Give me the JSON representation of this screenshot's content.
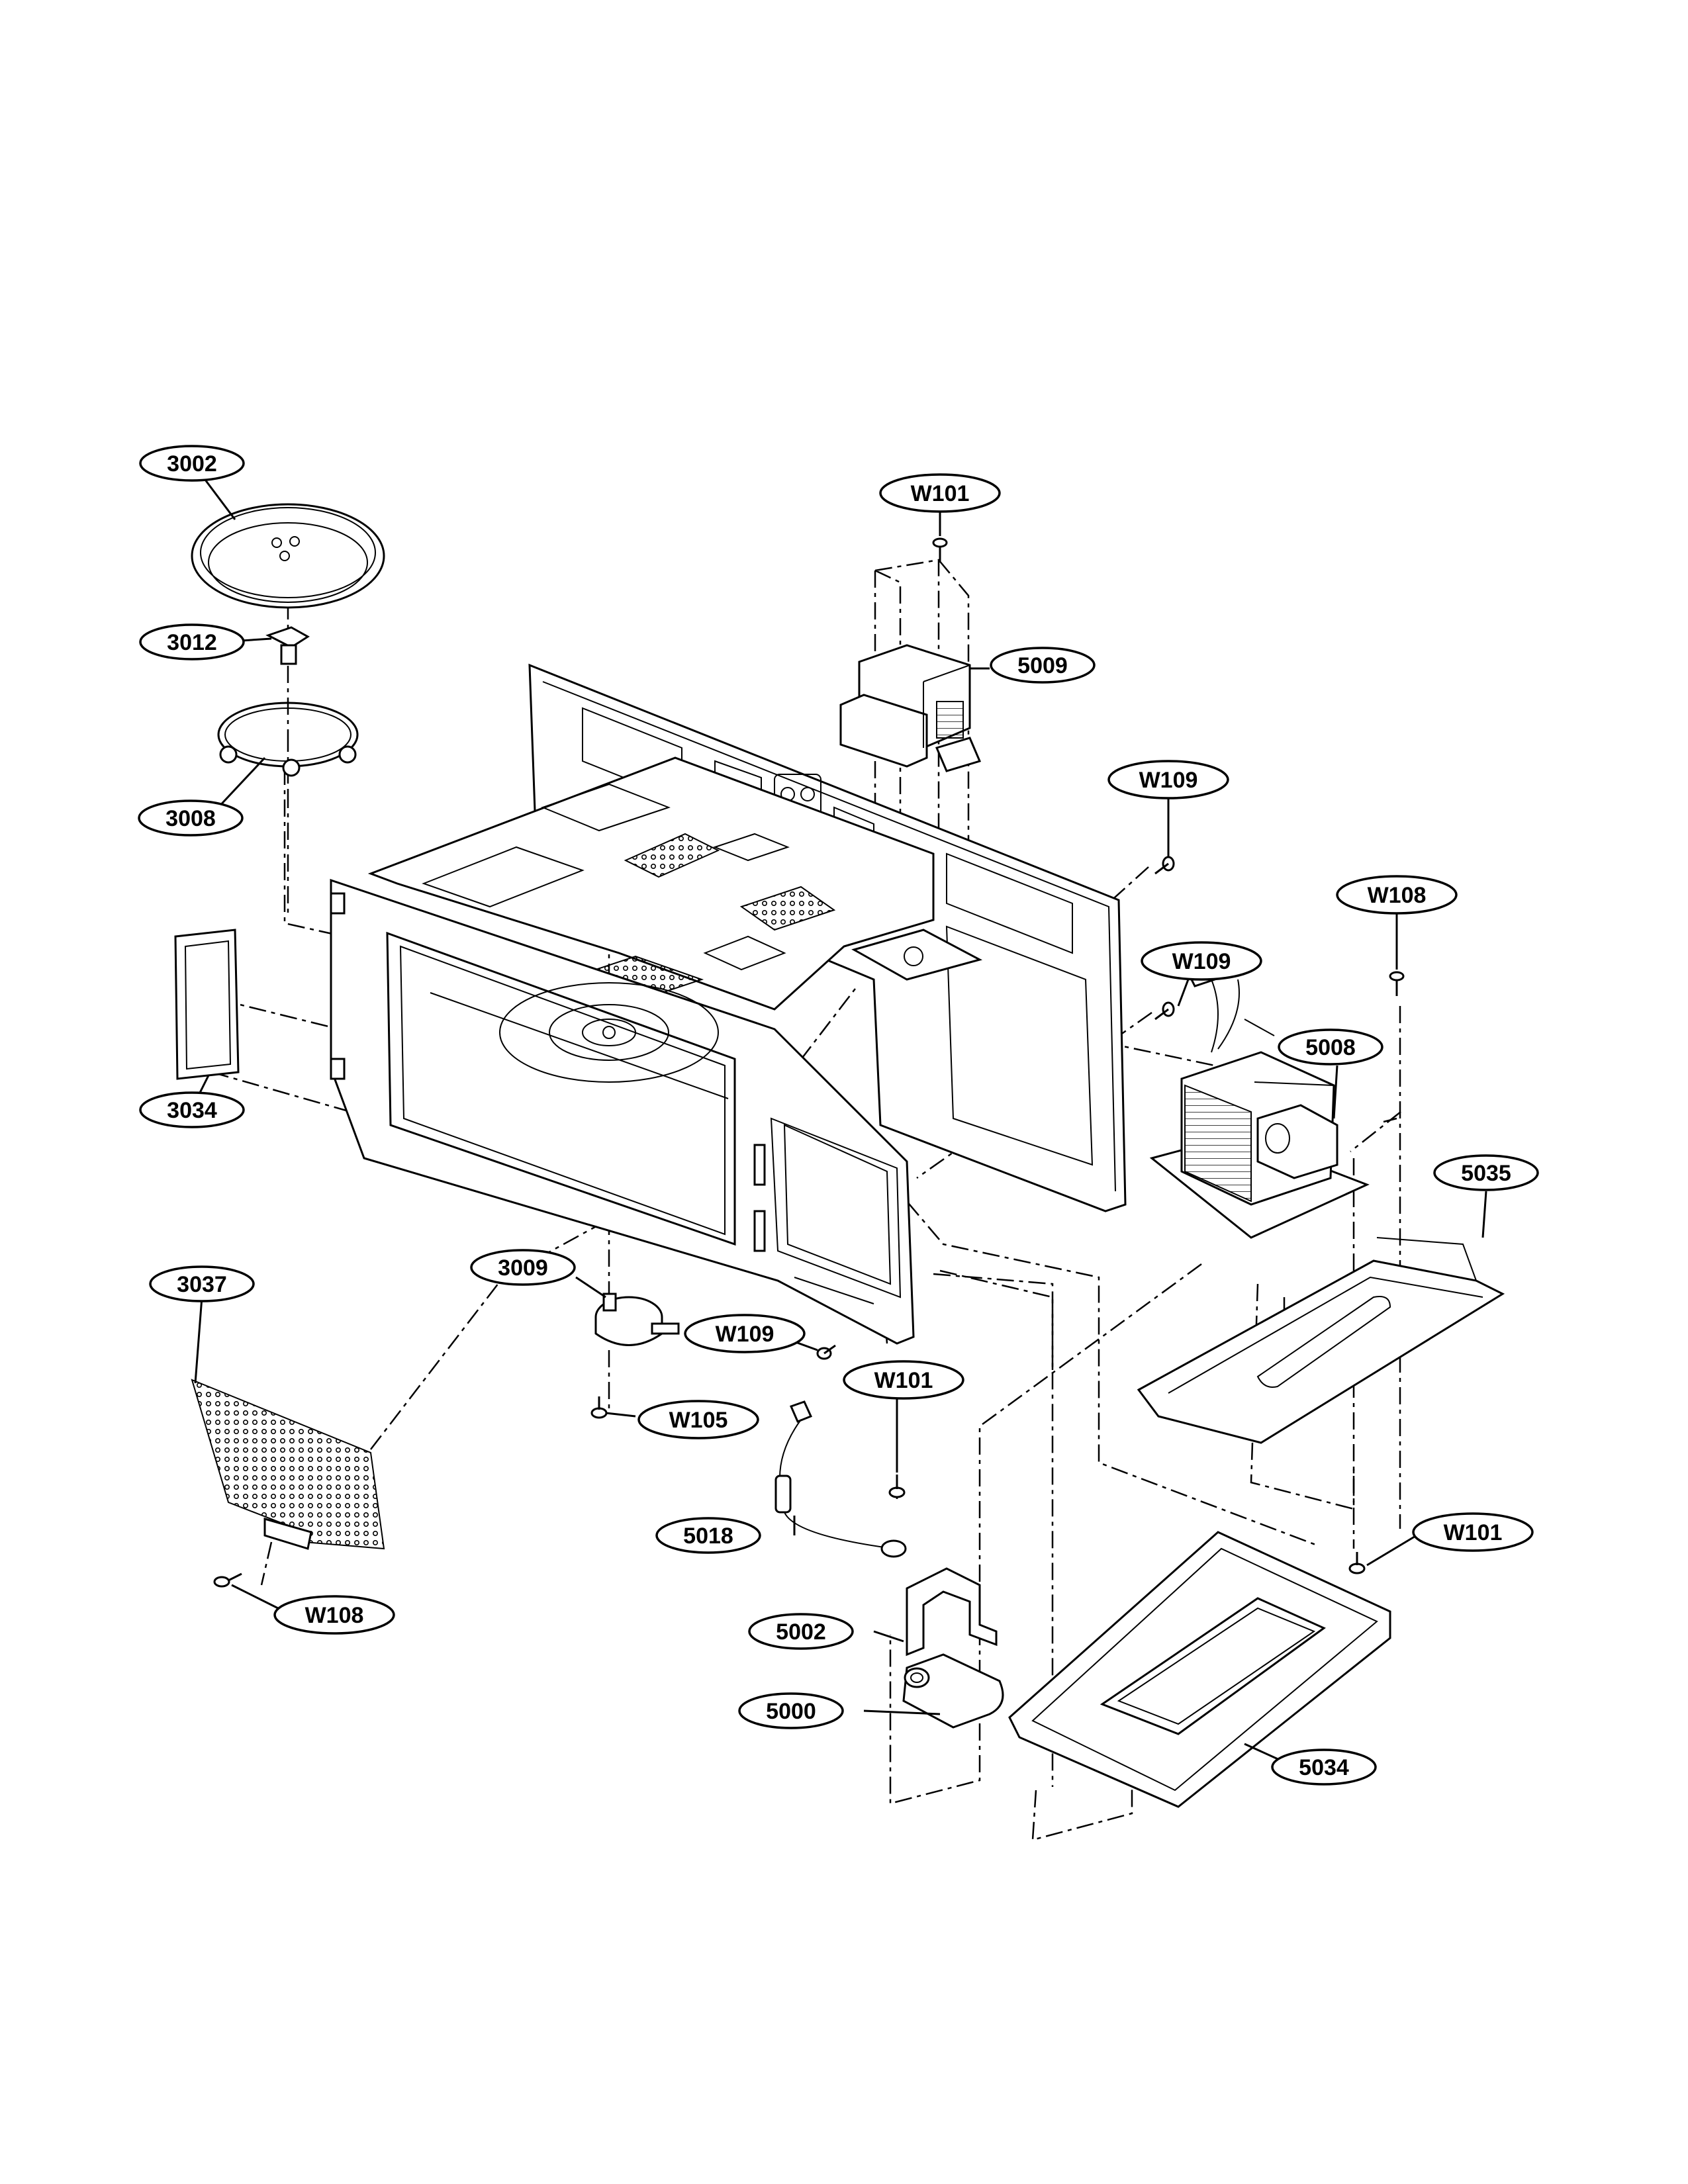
{
  "callouts": [
    {
      "id": "c3002",
      "label": "3002",
      "part": "turntable-tray"
    },
    {
      "id": "c3012",
      "label": "3012",
      "part": "coupler"
    },
    {
      "id": "c3008",
      "label": "3008",
      "part": "roller-ring"
    },
    {
      "id": "c3034",
      "label": "3034",
      "part": "waveguide-cover"
    },
    {
      "id": "c3037",
      "label": "3037",
      "part": "rear-grille"
    },
    {
      "id": "c3009",
      "label": "3009",
      "part": "turntable-motor"
    },
    {
      "id": "cW105",
      "label": "W105",
      "part": "screw"
    },
    {
      "id": "cW109a",
      "label": "W109",
      "part": "screw"
    },
    {
      "id": "cW101a",
      "label": "W101",
      "part": "screw"
    },
    {
      "id": "c5018",
      "label": "5018",
      "part": "diode"
    },
    {
      "id": "cW108a",
      "label": "W108",
      "part": "screw"
    },
    {
      "id": "c5002",
      "label": "5002",
      "part": "capacitor-bracket"
    },
    {
      "id": "c5000",
      "label": "5000",
      "part": "capacitor"
    },
    {
      "id": "c5034",
      "label": "5034",
      "part": "base-plate"
    },
    {
      "id": "cW101b",
      "label": "W101",
      "part": "screw"
    },
    {
      "id": "cW101c",
      "label": "W101",
      "part": "screw"
    },
    {
      "id": "c5009",
      "label": "5009",
      "part": "magnetron"
    },
    {
      "id": "cW109b",
      "label": "W109",
      "part": "screw"
    },
    {
      "id": "cW108b",
      "label": "W108",
      "part": "screw"
    },
    {
      "id": "cW109c",
      "label": "W109",
      "part": "screw"
    },
    {
      "id": "c5008",
      "label": "5008",
      "part": "transformer"
    },
    {
      "id": "c5035",
      "label": "5035",
      "part": "transformer-bracket"
    }
  ]
}
